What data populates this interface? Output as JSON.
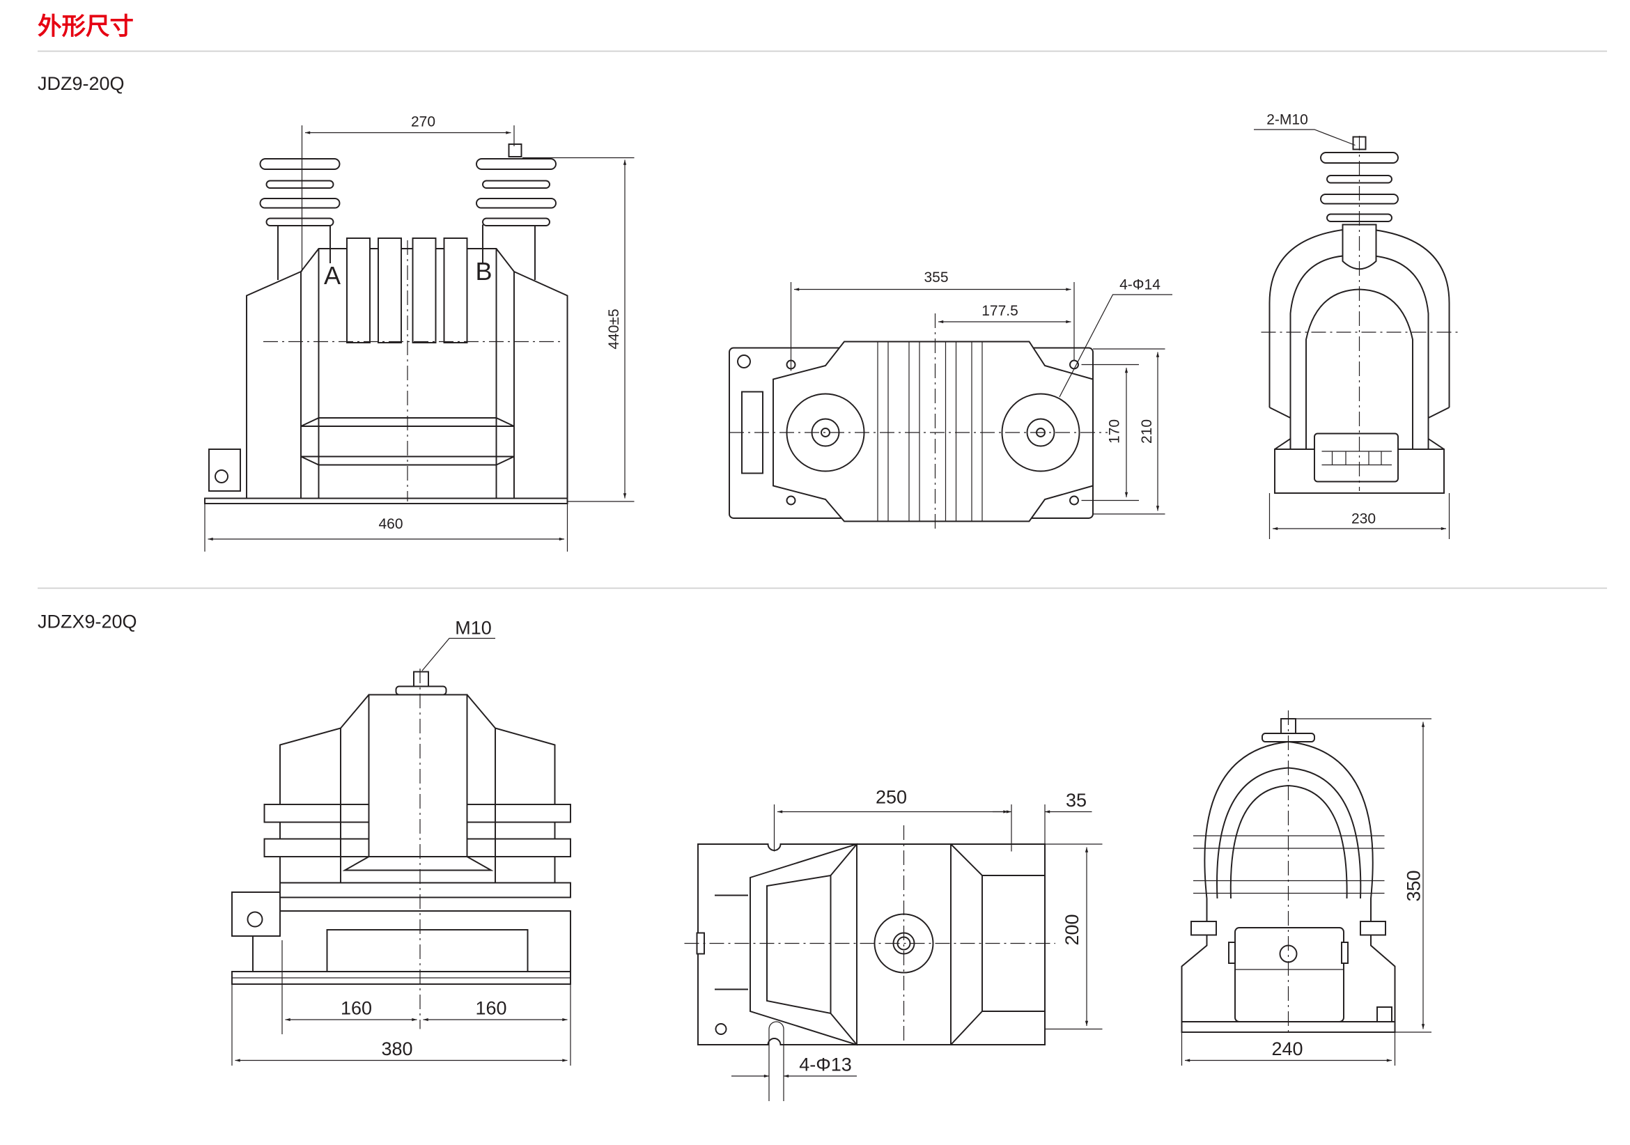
{
  "header": {
    "title": "外形尺寸",
    "title_color": "#e60012"
  },
  "models": [
    {
      "name": "JDZ9-20Q",
      "front": {
        "dims": [
          "270",
          "440±5",
          "460"
        ],
        "labels": [
          "A",
          "B"
        ]
      },
      "top": {
        "dims": [
          "355",
          "177.5",
          "170",
          "210"
        ],
        "hole_note": "4-Φ14"
      },
      "side": {
        "dims": [
          "230"
        ],
        "bolt_note": "2-M10"
      }
    },
    {
      "name": "JDZX9-20Q",
      "front": {
        "dims": [
          "160",
          "160",
          "380"
        ],
        "bolt_note": "M10"
      },
      "top": {
        "dims": [
          "250",
          "35",
          "200"
        ],
        "hole_note": "4-Φ13"
      },
      "side": {
        "dims": [
          "350",
          "240"
        ]
      }
    }
  ]
}
